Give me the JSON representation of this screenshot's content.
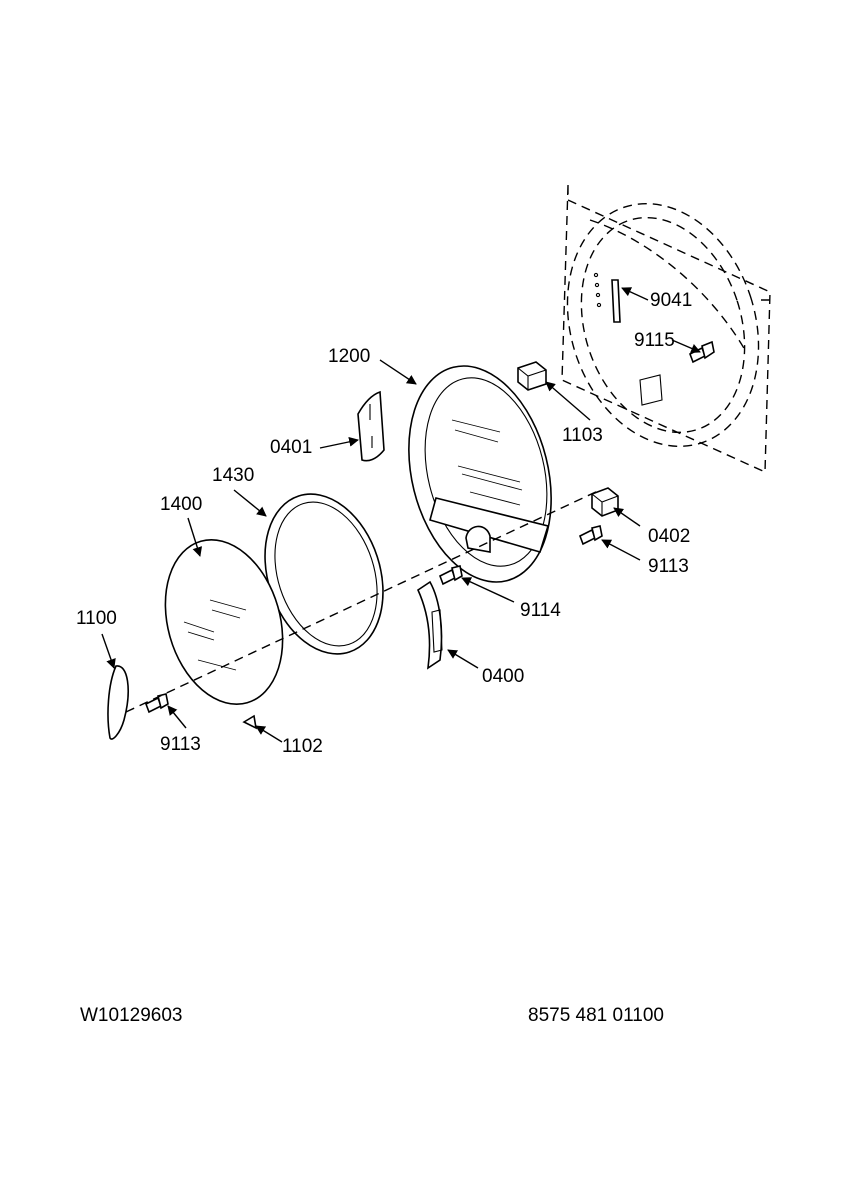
{
  "diagram": {
    "callouts": [
      {
        "id": "9041",
        "label": "9041"
      },
      {
        "id": "9115",
        "label": "9115"
      },
      {
        "id": "1200",
        "label": "1200"
      },
      {
        "id": "1103",
        "label": "1103"
      },
      {
        "id": "0401",
        "label": "0401"
      },
      {
        "id": "1430",
        "label": "1430"
      },
      {
        "id": "1400",
        "label": "1400"
      },
      {
        "id": "0402",
        "label": "0402"
      },
      {
        "id": "9113a",
        "label": "9113"
      },
      {
        "id": "9114",
        "label": "9114"
      },
      {
        "id": "1100",
        "label": "1100"
      },
      {
        "id": "0400",
        "label": "0400"
      },
      {
        "id": "9113b",
        "label": "9113"
      },
      {
        "id": "1102",
        "label": "1102"
      }
    ]
  },
  "footer": {
    "document_number": "W10129603",
    "part_code": "8575 481 01100"
  }
}
